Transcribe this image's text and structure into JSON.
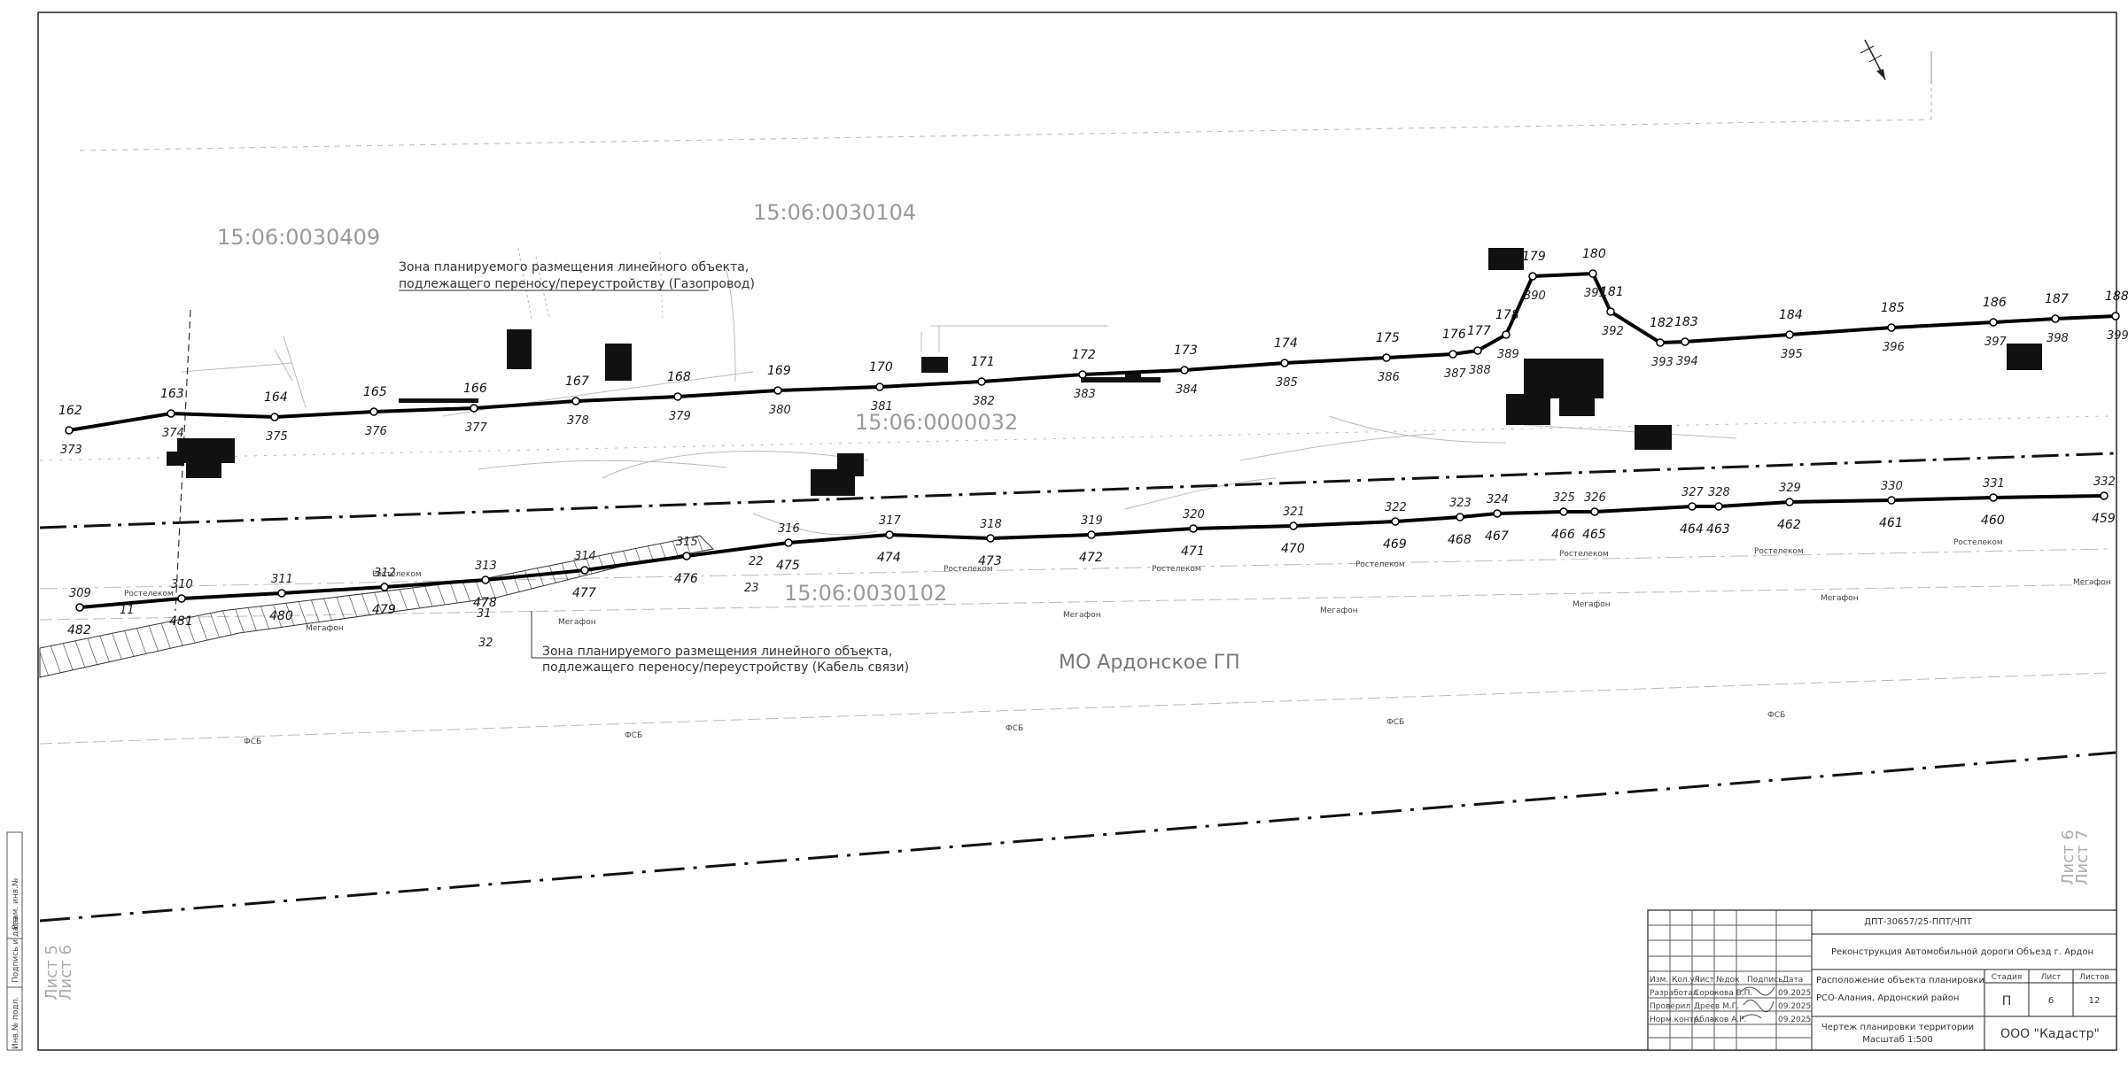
{
  "parcels": [
    {
      "id": "15:06:0030409"
    },
    {
      "id": "15:06:0030104"
    },
    {
      "id": "15:06:0000032"
    },
    {
      "id": "15:06:0030102"
    }
  ],
  "zones": {
    "gas_line1": "Зона планируемого размещения линейного объекта,",
    "gas_line2": "подлежащего переносу/переустройству (Газопровод)",
    "cable_line1": "Зона планируемого размещения линейного объекта,",
    "cable_line2": "подлежащего переносу/переустройству (Кабель связи)"
  },
  "mo_label": "МО Ардонское ГП",
  "line_labels": {
    "rostelecom": "Ростелеком",
    "megafon": "Мегафон",
    "fsb": "ФСБ"
  },
  "top_line": {
    "upper": [
      "162",
      "163",
      "164",
      "165",
      "166",
      "167",
      "168",
      "169",
      "170",
      "171",
      "172",
      "173",
      "174",
      "175",
      "176",
      "177",
      "178",
      "179",
      "180",
      "181",
      "182",
      "183",
      "184",
      "185",
      "186",
      "187",
      "188"
    ],
    "lower": [
      "373",
      "374",
      "375",
      "376",
      "377",
      "378",
      "379",
      "380",
      "381",
      "382",
      "383",
      "384",
      "385",
      "386",
      "387",
      "388",
      "389",
      "390",
      "391",
      "392",
      "393",
      "394",
      "395",
      "396",
      "397",
      "398",
      "399"
    ]
  },
  "bottom_line": {
    "upper": [
      "309",
      "310",
      "311",
      "312",
      "313",
      "314",
      "315",
      "316",
      "317",
      "318",
      "319",
      "320",
      "321",
      "322",
      "323",
      "324",
      "325",
      "326",
      "327",
      "328",
      "329",
      "330",
      "331",
      "332"
    ],
    "lower": [
      "482",
      "481",
      "480",
      "479",
      "478",
      "477",
      "476",
      "475",
      "474",
      "473",
      "472",
      "471",
      "470",
      "469",
      "468",
      "467",
      "466",
      "465",
      "464",
      "463",
      "462",
      "461",
      "460",
      "459"
    ],
    "extra": [
      "11",
      "22",
      "23",
      "31",
      "32"
    ]
  },
  "sheet_marks": {
    "left_a": "Лист 5",
    "left_b": "Лист 6",
    "right_a": "Лист 6",
    "right_b": "Лист 7"
  },
  "side_stamp": {
    "inv": "Инв.№ подл.",
    "sign": "Подпись и дата",
    "vzam": "Взам. инв.№"
  },
  "title_block": {
    "code": "ДПТ-30657/25-ППТ/ЧПТ",
    "project": "Реконструкция Автомобильной дороги Объезд г. Ардон",
    "headers": [
      "Изм.",
      "Кол.уч",
      "Лист",
      "№док",
      "Подпись",
      "Дата"
    ],
    "rows": [
      {
        "role": "Разработал",
        "name": "Сорокова В.П.",
        "date": "09.2025"
      },
      {
        "role": "Проверил",
        "name": "Дреев М.Г.",
        "date": "09.2025"
      },
      {
        "role": "Норм.контр.",
        "name": "Аблаков А.Р.",
        "date": "09.2025"
      }
    ],
    "sheet_title": "Расположение объекта планировки",
    "region": "РСО-Алания, Ардонский район",
    "stage_label": "Стадия",
    "sheet_label": "Лист",
    "sheets_label": "Листов",
    "stage": "П",
    "sheet": "6",
    "sheets": "12",
    "drawing_name": "Чертеж планировки территории",
    "scale": "Масштаб 1:500",
    "company": "ООО \"Кадастр\""
  },
  "colors": {
    "line": "#000000",
    "faint": "#9a9a9a"
  }
}
